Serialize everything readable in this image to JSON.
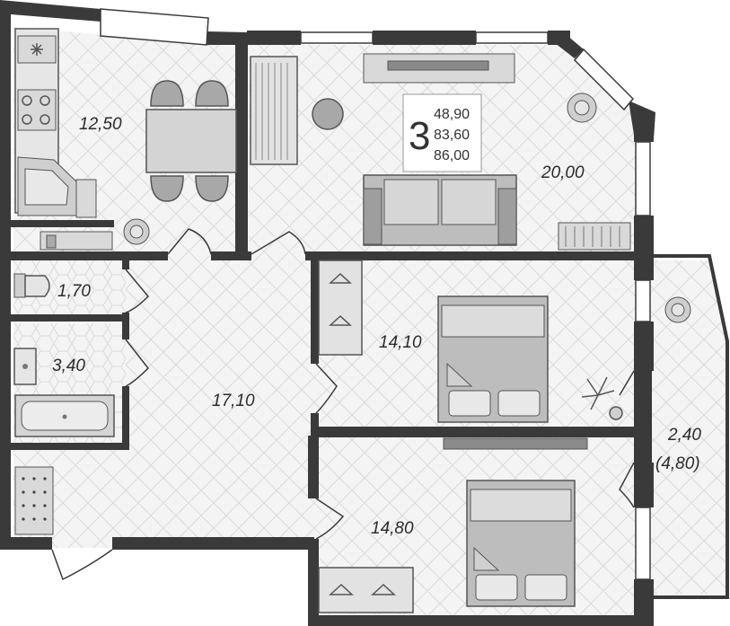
{
  "summary": {
    "rooms_count": "3",
    "area_living": "48,90",
    "area_total": "83,60",
    "area_with_balcony": "86,00"
  },
  "rooms": {
    "kitchen": "12,50",
    "living": "20,00",
    "wc": "1,70",
    "bathroom": "3,40",
    "hall": "17,10",
    "bedroom1": "14,10",
    "bedroom2": "14,80",
    "balcony_line1": "2,40",
    "balcony_line2": "(4,80)"
  },
  "colors": {
    "wall": "#3a3a3a",
    "floor": "#f4f4f4",
    "furniture": "#bdbdbd",
    "furniture_dark": "#8a8a8a"
  }
}
